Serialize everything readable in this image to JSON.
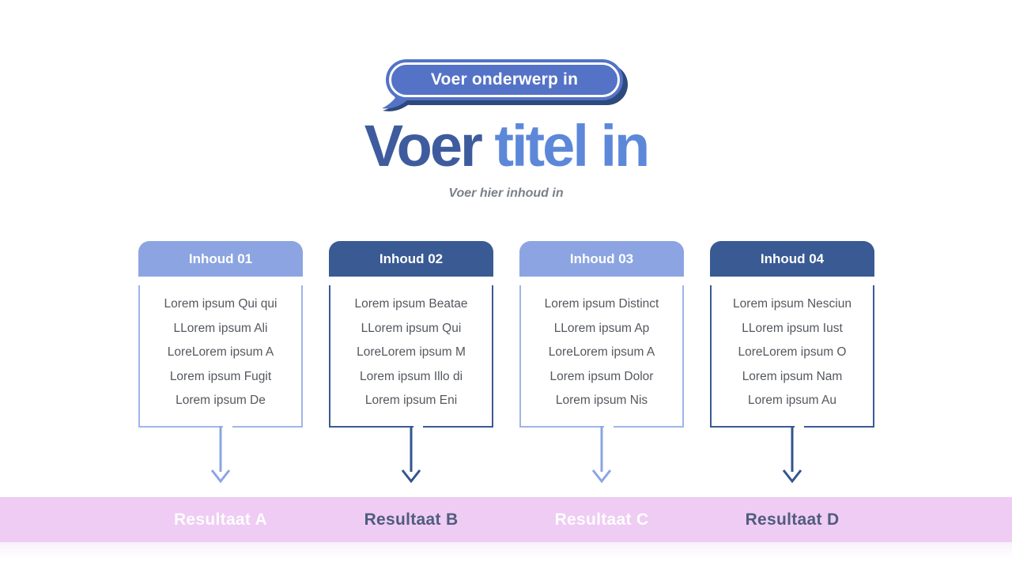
{
  "badge": {
    "label": "Voer onderwerp in"
  },
  "title": {
    "part1": "Voer",
    "part2": " titel in"
  },
  "subtitle": "Voer hier inhoud in",
  "columns": [
    {
      "header": "Inhoud 01",
      "theme": "light",
      "lines": [
        "Lorem ipsum Qui qui",
        "LLorem ipsum Ali",
        "LoreLorem ipsum A",
        "Lorem ipsum Fugit",
        "Lorem ipsum De"
      ],
      "result": "Resultaat A"
    },
    {
      "header": "Inhoud 02",
      "theme": "dark",
      "lines": [
        "Lorem ipsum Beatae",
        "LLorem ipsum Qui",
        "LoreLorem ipsum M",
        "Lorem ipsum Illo di",
        "Lorem ipsum Eni"
      ],
      "result": "Resultaat B"
    },
    {
      "header": "Inhoud 03",
      "theme": "light",
      "lines": [
        "Lorem ipsum Distinct",
        "LLorem ipsum Ap",
        "LoreLorem ipsum A",
        "Lorem ipsum Dolor",
        "Lorem ipsum Nis"
      ],
      "result": "Resultaat C"
    },
    {
      "header": "Inhoud 04",
      "theme": "dark",
      "lines": [
        "Lorem ipsum Nesciun",
        "LLorem ipsum Iust",
        "LoreLorem ipsum O",
        "Lorem ipsum Nam",
        "Lorem ipsum Au"
      ],
      "result": "Resultaat D"
    }
  ],
  "colors": {
    "badge_blue": "#5472C6",
    "badge_shadow_navy": "#2D4A7C",
    "title_dark": "#3E5C9D",
    "title_light": "#5D88D9",
    "subtitle_gray": "#7B8089",
    "header_light_blue": "#8CA5E2",
    "header_dark_blue": "#3A5A94",
    "box_border_light": "#9FB5E8",
    "body_text_gray": "#54585E",
    "arrow_light": "#8BA5E3",
    "arrow_dark": "#33558E",
    "result_bar_pink": "#EFCCF3",
    "result_text_dark": "#4F5C7F"
  }
}
